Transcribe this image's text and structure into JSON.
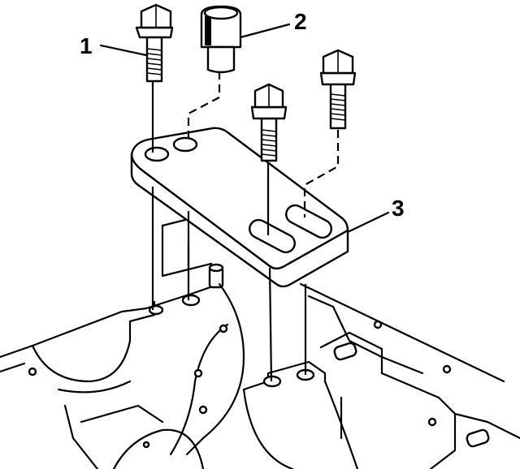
{
  "diagram": {
    "callouts": [
      {
        "id": "bolt",
        "label": "1"
      },
      {
        "id": "sleeve",
        "label": "2"
      },
      {
        "id": "plate",
        "label": "3"
      }
    ],
    "colors": {
      "ink": "#000000",
      "paper": "#ffffff"
    }
  }
}
